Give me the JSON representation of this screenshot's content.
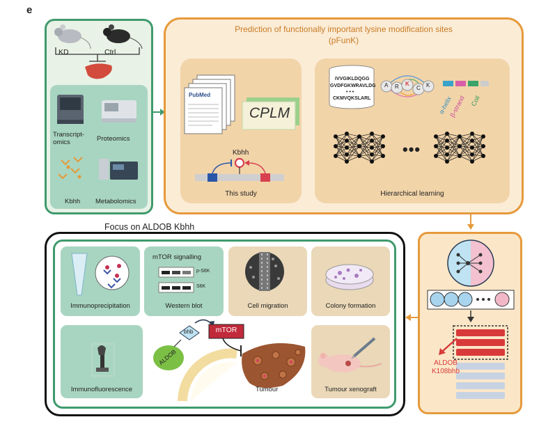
{
  "panel_letter": "e",
  "left_panel": {
    "mouse_labels": [
      "KD",
      "Ctrl"
    ],
    "omics_labels": [
      "Transcript-\nomics",
      "Proteomics",
      "Kbhh",
      "Metabolomics"
    ]
  },
  "pfunk": {
    "title": "Prediction of functionally important lysine modification sites",
    "subtitle": "(pFunK)",
    "left_box": {
      "cplm": "CPLM",
      "pubmed": "PubMed",
      "kbhh": "Kbhh",
      "caption": "This study"
    },
    "right_box": {
      "sequences": [
        "IVVGIKLDQGG",
        "GVDFGKWRAVLDG",
        "• • •",
        "CKMVQKSLARL"
      ],
      "residues": [
        "A",
        "R",
        "K",
        "C",
        "K"
      ],
      "structures": [
        "α-helix",
        "β-strand",
        "Coil"
      ],
      "dots": "•••",
      "caption": "Hierarchical learning"
    }
  },
  "right_panel": {
    "result_label": "ALDOB\nK108bhb"
  },
  "focus": {
    "title": "Focus on ALDOB Kbhh",
    "cards": {
      "immunoprecipitation": "Immunoprecipitation",
      "mtor_signalling": "mTOR signalling",
      "p_s6k": "p-S6K",
      "s6k": "S6K",
      "western_blot": "Western blot",
      "cell_migration": "Cell migration",
      "colony_formation": "Colony formation",
      "immunofluorescence": "Immunofluorescence",
      "tumour": "Tumour",
      "tumour_xenograft": "Tumour xenograft"
    },
    "mechanism": {
      "bhb": "bhb",
      "aldob": "ALDOB",
      "mtor": "mTOR"
    }
  },
  "colors": {
    "green_border": "#3f9a6d",
    "green_fill": "#e6f0e4",
    "green_card": "#a8d5c1",
    "orange_border": "#e69a3c",
    "orange_fill": "#f6e1c2",
    "beige_card": "#ead8b8",
    "red": "#d83a3a"
  }
}
